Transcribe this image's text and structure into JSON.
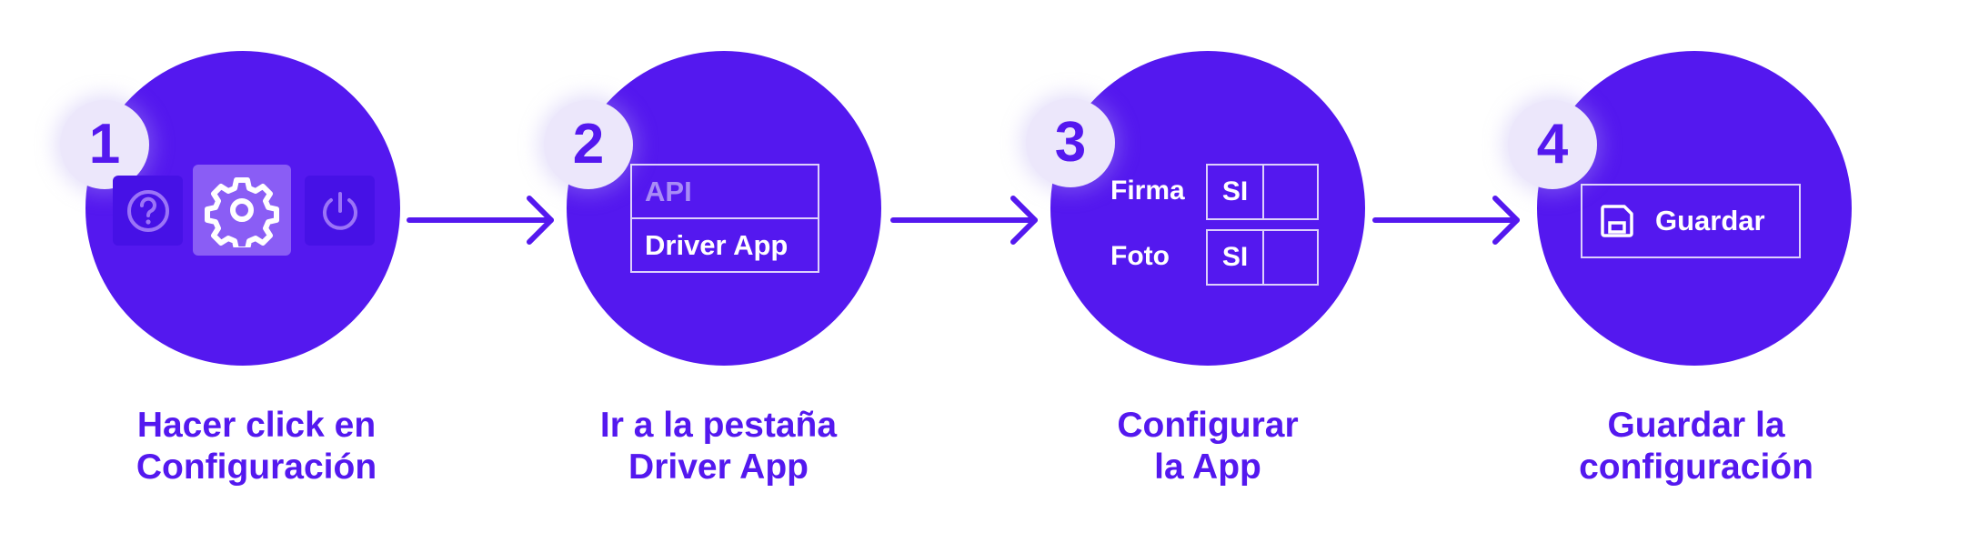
{
  "colors": {
    "accent": "#5418ef",
    "badge_bg": "#ece7fb",
    "white": "#ffffff"
  },
  "steps": [
    {
      "number": "1",
      "caption_lines": [
        "Hacer click en",
        "Configuración"
      ],
      "icons": [
        "help-icon",
        "gear-icon",
        "power-icon"
      ]
    },
    {
      "number": "2",
      "caption_lines": [
        "Ir a la pestaña",
        "Driver App"
      ],
      "tabs": [
        "API",
        "Driver App"
      ]
    },
    {
      "number": "3",
      "caption_lines": [
        "Configurar",
        "la App"
      ],
      "settings": [
        {
          "label": "Firma",
          "value": "SI"
        },
        {
          "label": "Foto",
          "value": "SI"
        }
      ]
    },
    {
      "number": "4",
      "caption_lines": [
        "Guardar la",
        "configuración"
      ],
      "button": {
        "label": "Guardar",
        "icon": "save-icon"
      }
    }
  ]
}
